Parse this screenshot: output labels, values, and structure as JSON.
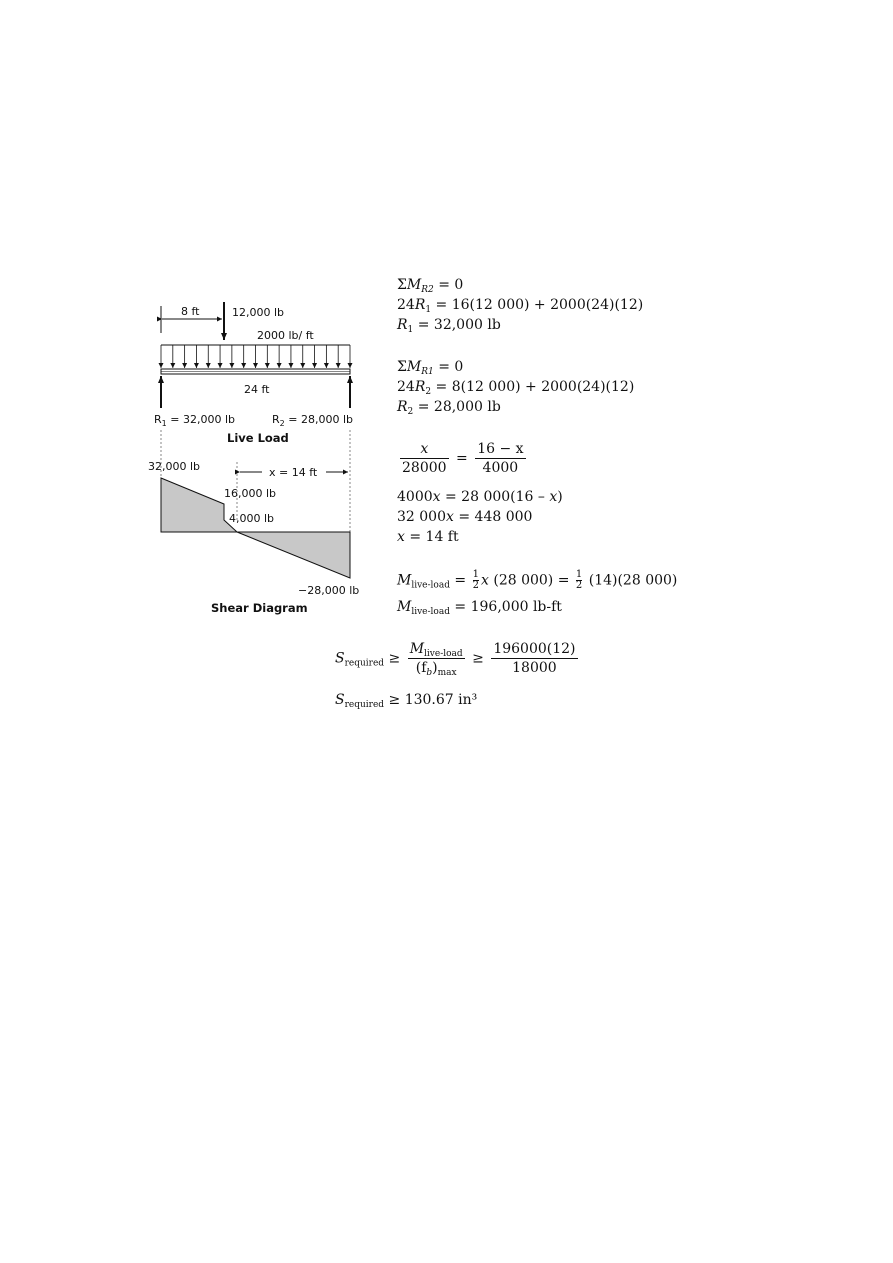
{
  "beam": {
    "dim_8ft": "8 ft",
    "point_load": "12,000 lb",
    "dist_load": "2000 lb/ ft",
    "span": "24 ft",
    "r1": "R",
    "r1_sub": "1",
    "r1_val": " = 32,000 lb",
    "r2": "R",
    "r2_sub": "2",
    "r2_val": " = 28,000 lb",
    "caption": "Live Load"
  },
  "shear": {
    "v_max": "32,000 lb",
    "x_dim": "x = 14 ft",
    "v_16k": "16,000 lb",
    "v_4k": "4,000 lb",
    "v_min": "−28,000 lb",
    "caption": "Shear Diagram"
  },
  "equations": {
    "e1_sigma": "Σ",
    "e1_m": "M",
    "e1_sub": "R2",
    "e1_rest": " = 0",
    "e2_a": "24",
    "e2_r": "R",
    "e2_sub": "1",
    "e2_rest": " = 16(12 000) + 2000(24)(12)",
    "e3_r": "R",
    "e3_sub": "1",
    "e3_rest": " = 32,000 lb",
    "e4_sigma": "Σ",
    "e4_m": "M",
    "e4_sub": "R1",
    "e4_rest": " = 0",
    "e5_a": "24",
    "e5_r": "R",
    "e5_sub": "2",
    "e5_rest": " = 8(12 000) + 2000(24)(12)",
    "e6_r": "R",
    "e6_sub": "2",
    "e6_rest": " = 28,000 lb",
    "f1_num": "x",
    "f1_den": "28000",
    "f1_eq": "=",
    "f2_num": "16 − x",
    "f2_den": "4000",
    "e7_a": "4000",
    "e7_x": "x",
    "e7_rest": " = 28 000(16 – ",
    "e7_x2": "x",
    "e7_end": ")",
    "e8_a": "32 000",
    "e8_x": "x",
    "e8_rest": " = 448 000",
    "e9_x": "x",
    "e9_rest": " = 14 ft",
    "m1_m": "M",
    "m1_sub": "live-load",
    "m1_eq": " = ",
    "m1_h_num": "1",
    "m1_h_den": "2",
    "m1_x": "x",
    "m1_mid": " (28 000) = ",
    "m1_h2_num": "1",
    "m1_h2_den": "2",
    "m1_end": " (14)(28 000)",
    "m2_m": "M",
    "m2_sub": "live-load",
    "m2_rest": " = 196,000 lb-ft",
    "s1_s": "S",
    "s1_sub": "required",
    "s1_ge": " ≥ ",
    "s1_num_m": "M",
    "s1_num_sub": "live-load",
    "s1_den": "(f",
    "s1_den_sub": "b",
    "s1_den_close": ")",
    "s1_den_max": "max",
    "s1_ge2": " ≥ ",
    "s1_n2": "196000(12)",
    "s1_d2": "18000",
    "s2_s": "S",
    "s2_sub": "required",
    "s2_rest": " ≥ 130.67 in³"
  }
}
